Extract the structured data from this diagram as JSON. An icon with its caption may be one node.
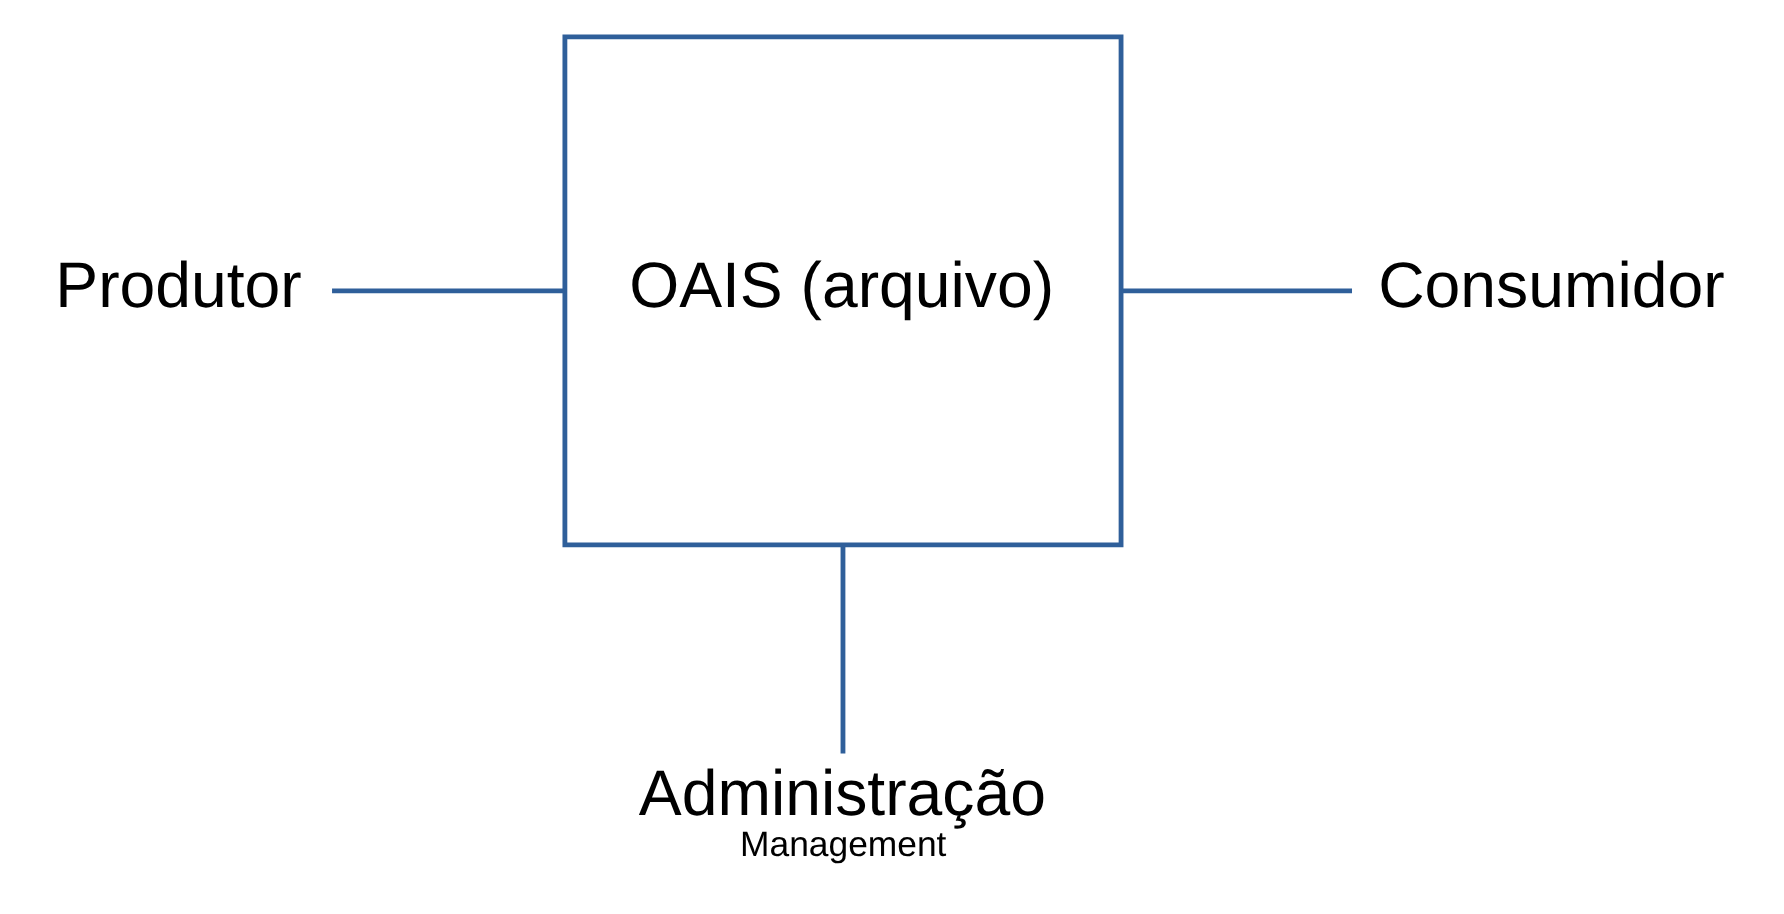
{
  "diagram": {
    "nodes": [
      {
        "text": [
          "Produtor"
        ]
      },
      {
        "text": [
          "OAIS (arquivo)"
        ]
      },
      {
        "text": [
          "Consumidor"
        ]
      },
      {
        "text": [
          "Administração",
          "Management"
        ]
      }
    ],
    "edges": [
      {
        "from": 0,
        "to": 1,
        "arrow": "none"
      },
      {
        "from": 1,
        "to": 2,
        "arrow": "none"
      },
      {
        "from": 1,
        "to": 3,
        "arrow": "none"
      }
    ]
  }
}
